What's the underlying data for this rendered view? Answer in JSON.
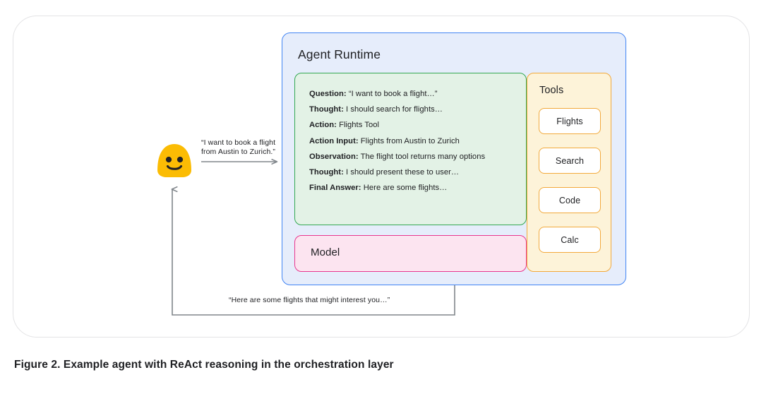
{
  "figure": {
    "caption": "Figure 2. Example agent with ReAct reasoning in the orchestration layer"
  },
  "agent_runtime": {
    "title": "Agent Runtime",
    "border_color": "#4285f4",
    "fill_color": "#e6edfb"
  },
  "trace": {
    "border_color": "#34a853",
    "fill_color": "#e3f2e6",
    "lines": [
      {
        "key": "Question:",
        "value": "“I want to book a flight…”"
      },
      {
        "key": "Thought:",
        "value": "I should search for flights…"
      },
      {
        "key": "Action:",
        "value": "Flights Tool"
      },
      {
        "key": "Action Input:",
        "value": "Flights from Austin to Zurich"
      },
      {
        "key": "Observation:",
        "value": "The flight tool returns many options"
      },
      {
        "key": "Thought:",
        "value": "I should present these to user…"
      },
      {
        "key": "Final Answer:",
        "value": "Here are some flights…"
      }
    ]
  },
  "model": {
    "label": "Model",
    "border_color": "#e8378f",
    "fill_color": "#fce4f0"
  },
  "tools": {
    "title": "Tools",
    "border_color": "#f2a93b",
    "fill_color": "#fdf3d9",
    "items": [
      {
        "label": "Flights"
      },
      {
        "label": "Search"
      },
      {
        "label": "Code"
      },
      {
        "label": "Calc"
      }
    ]
  },
  "user": {
    "avatar_icon": "smiley-face-avatar",
    "avatar_color": "#fbbc04"
  },
  "flows": {
    "request_label": "“I want to book a flight\nfrom Austin to Zurich.”",
    "response_label": "“Here are some flights that might interest you…”",
    "arrow_color": "#80868b"
  }
}
